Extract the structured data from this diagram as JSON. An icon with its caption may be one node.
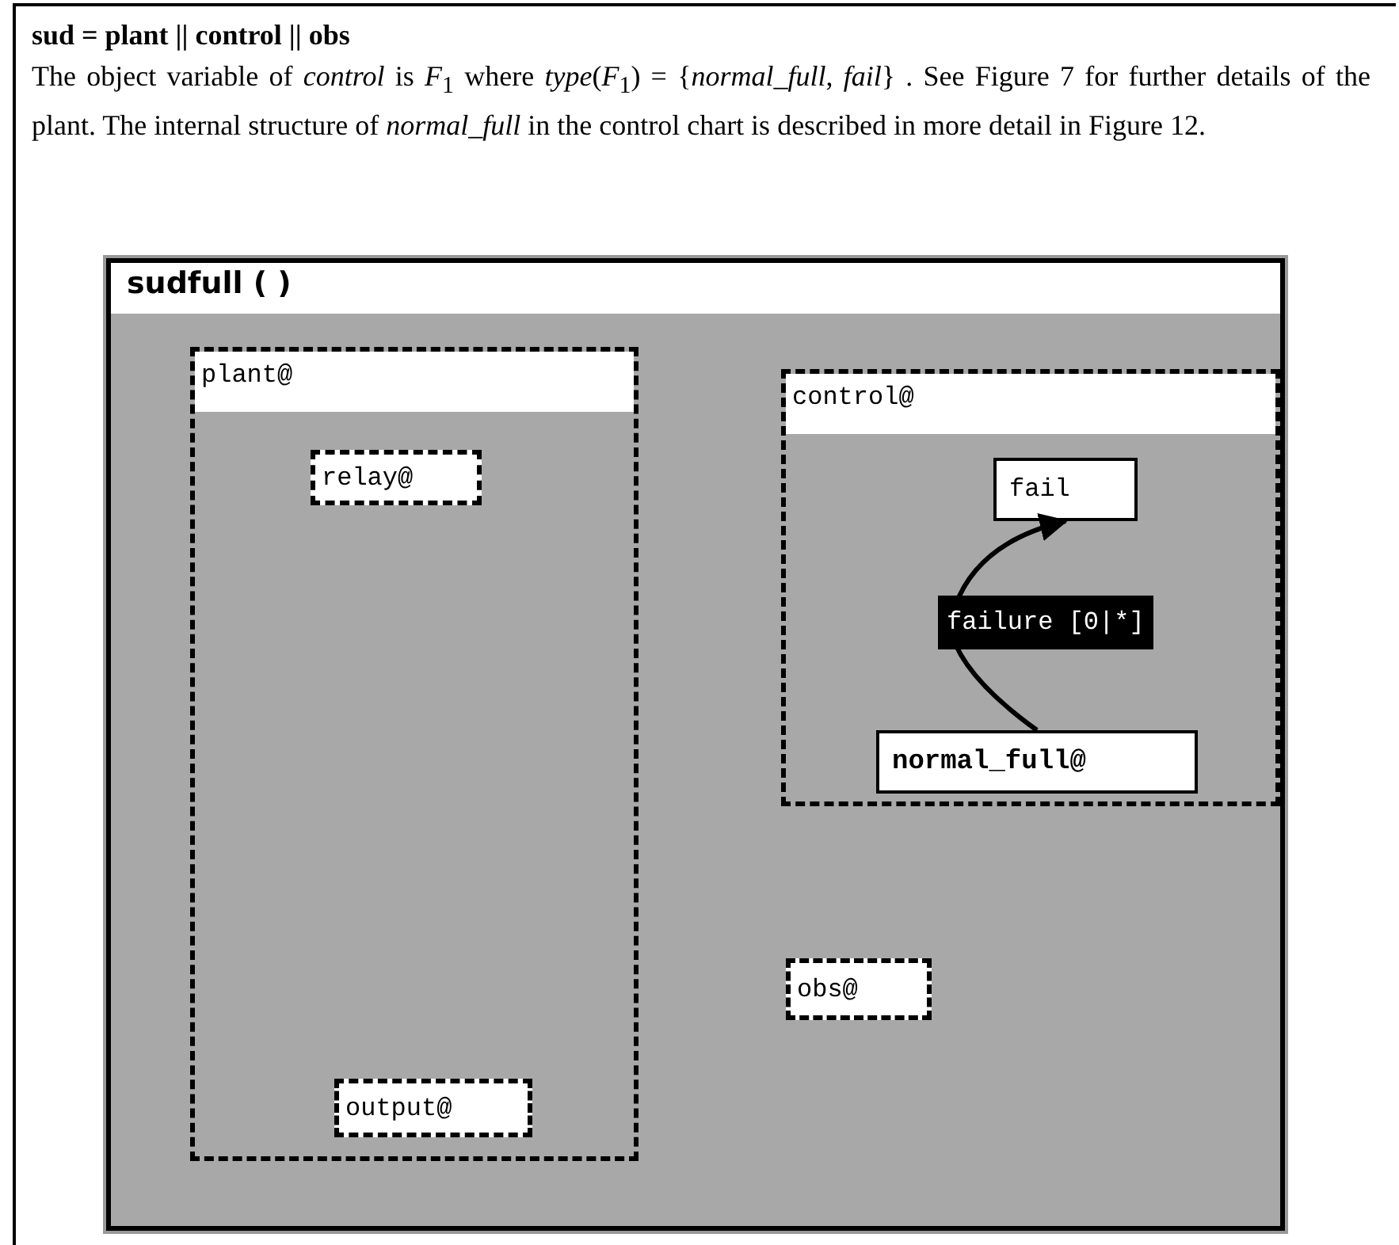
{
  "diagram": {
    "title": "sud = plant || control || obs",
    "caption": "The object variable of *control* is *F*$_{1}$ where *type*(*F*$_{1}$) = {*normal_full*, *fail*} . See Figure 7 for further details of the plant. The internal structure of *normal_full* in the control chart is described in more detail in Figure 12.",
    "nodes": [
      {
        "text": [
          "sudfull ( )"
        ]
      },
      {
        "text": [
          "plant@"
        ],
        "in": 0
      },
      {
        "text": [
          "relay@"
        ],
        "in": 1
      },
      {
        "text": [
          "output@"
        ],
        "in": 1
      },
      {
        "text": [
          "control@"
        ],
        "in": 0
      },
      {
        "text": [
          "fail"
        ],
        "in": 4
      },
      {
        "text": [
          "normal_full@"
        ],
        "in": 4
      },
      {
        "text": [
          "obs@"
        ],
        "in": 0
      }
    ],
    "edges": [
      {
        "from": 6,
        "to": 5,
        "arrow": "to",
        "label": "failure [0|*]"
      }
    ]
  }
}
